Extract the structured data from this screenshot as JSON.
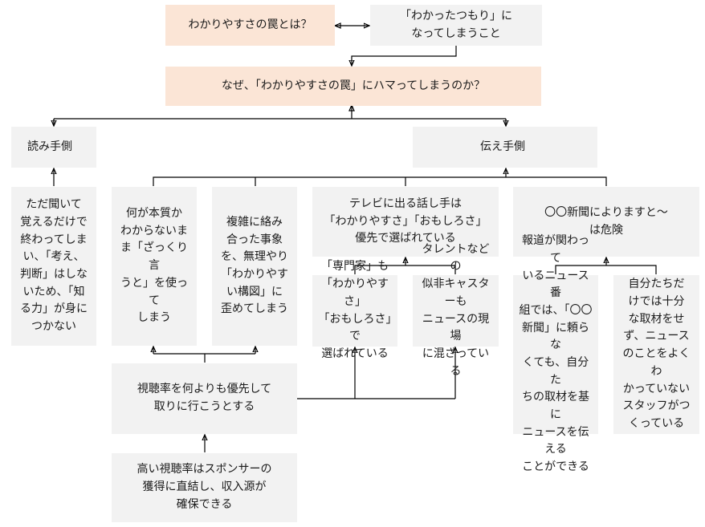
{
  "nodes": {
    "trap_question": "わかりやすさの罠とは？",
    "trap_answer": "「わかったつもり」に\nなってしまうこと",
    "why": "なぜ、「わかりやすさの罠」にハマってしまうのか？",
    "reader_side": "読み手側",
    "sender_side": "伝え手側",
    "reader_detail": "ただ聞いて\n覚えるだけで\n終わってしま\nい、「考え、\n判断」はしな\nいため、「知\nる力」が身に\nつかない",
    "essence": "何が本質か\nわからないま\nま「ざっくり言\nうと」を使って\nしまう",
    "complex": "複雑に絡み\n合った事象\nを、無理やり\n「わかりやす\nい構図」に\n歪めてしまう",
    "tv_speakers": "テレビに出る話し手は\n「わかりやすさ」「おもしろさ」\n優先で選ばれている",
    "experts": "「専門家」も\n「わかりやすさ」\n「おもしろさ」で\n選ばれている",
    "talents": "タレントなどの\n似非キャスターも\nニュースの現場\nに混ざっている",
    "newspaper": "〇〇新聞によりますと～\nは危険",
    "own_reporting": "報道が関わって\nいるニュース番\n組では、「〇〇\n新聞」に頼らな\nくても、自分た\nちの取材を基に\nニュースを伝える\nことができる",
    "staff": "自分たちだ\nけでは十分\nな取材をせ\nず、ニュース\nのことをよくわ\nかっていない\nスタッフがつ\nくっている",
    "ratings": "視聴率を何よりも優先して\n取りに行こうとする",
    "sponsor": "高い視聴率はスポンサーの\n獲得に直結し、収入源が\n確保できる"
  },
  "colors": {
    "peach": "#fbe5d6",
    "grey": "#f2f2f2",
    "line": "#000000"
  }
}
